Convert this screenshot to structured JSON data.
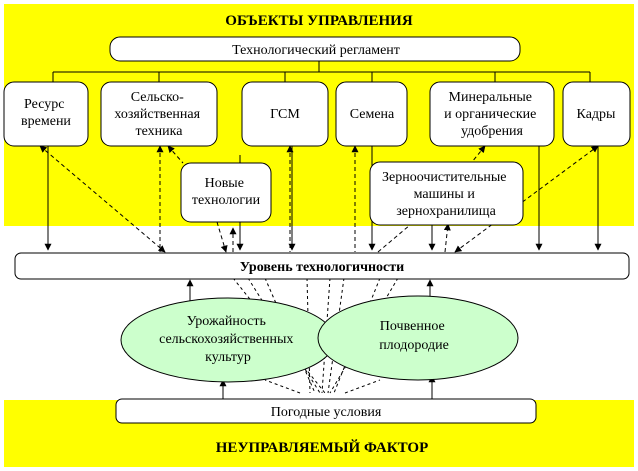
{
  "colors": {
    "band": "#ffff00",
    "box_fill": "#ffffff",
    "ellipse_fill": "#ccffcc",
    "stroke": "#000000"
  },
  "top_band": {
    "title": "ОБЪЕКТЫ УПРАВЛЕНИЯ"
  },
  "bottom_band": {
    "title": "НЕУПРАВЛЯЕМЫЙ ФАКТОР"
  },
  "reglament": {
    "label": "Технологический регламент"
  },
  "objects": [
    {
      "id": "resurs",
      "lines": [
        "Ресурс",
        "времени"
      ]
    },
    {
      "id": "tekhnika",
      "lines": [
        "Сельско-",
        "хозяйственная",
        "техника"
      ]
    },
    {
      "id": "gsm",
      "lines": [
        "ГСМ"
      ]
    },
    {
      "id": "semena",
      "lines": [
        "Семена"
      ]
    },
    {
      "id": "udobreniya",
      "lines": [
        "Минеральные",
        "и органические",
        "удобрения"
      ]
    },
    {
      "id": "kadry",
      "lines": [
        "Кадры"
      ]
    }
  ],
  "sub_objects": [
    {
      "id": "tekhnologii",
      "lines": [
        "Новые",
        "технологии"
      ]
    },
    {
      "id": "zernoochist",
      "lines": [
        "Зерноочистительные",
        "машины и",
        "зернохранилища"
      ]
    }
  ],
  "level": {
    "label": "Уровень технологичности"
  },
  "ellipses": [
    {
      "id": "urozhai",
      "lines": [
        "Урожайность",
        "сельскохозяйственных",
        "культур"
      ]
    },
    {
      "id": "plodorodie",
      "lines": [
        "Почвенное",
        "плодородие"
      ]
    }
  ],
  "weather": {
    "label": "Погодные условия"
  }
}
